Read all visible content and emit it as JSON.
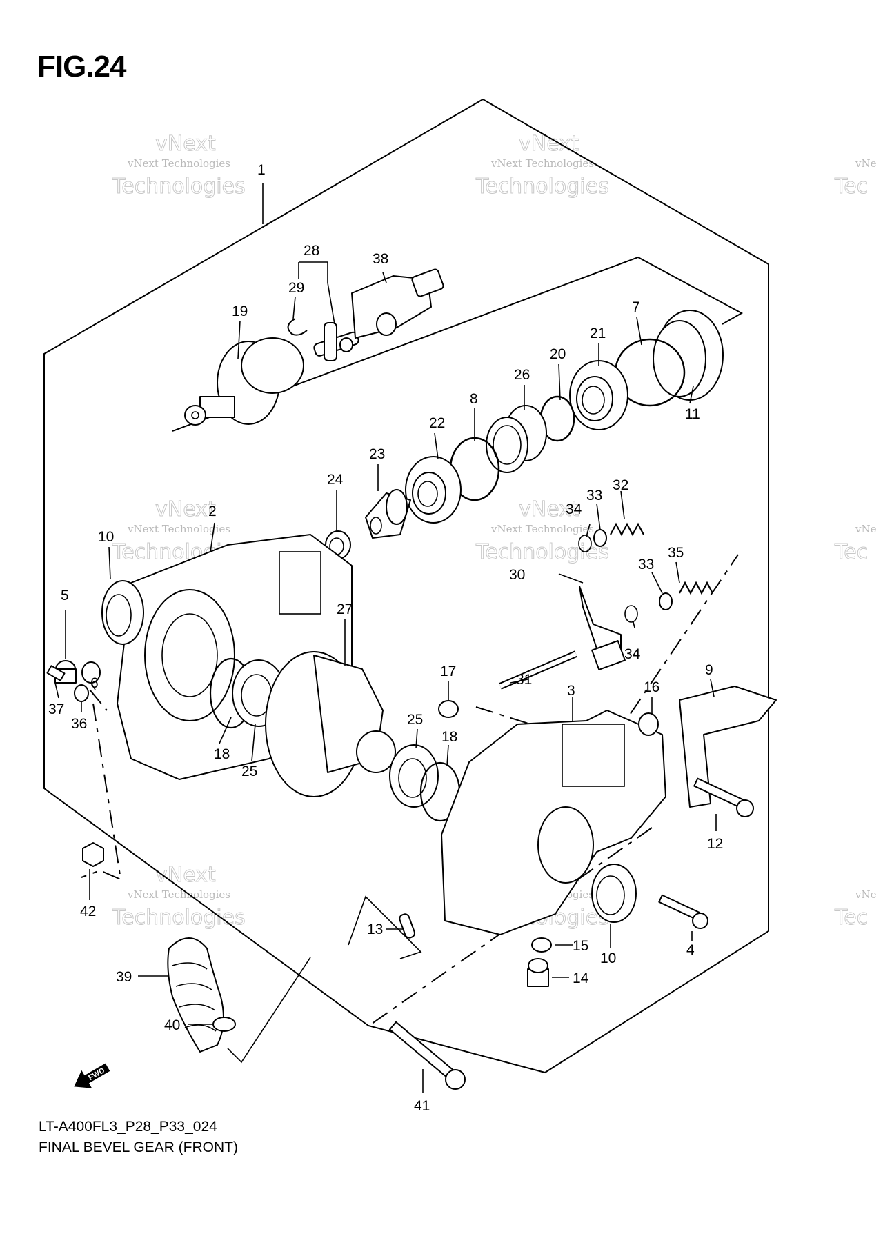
{
  "figure": {
    "title": "FIG.24",
    "model_code": "LT-A400FL3_P28_P33_024",
    "name": "FINAL BEVEL GEAR (FRONT)",
    "fwd_label": "FWD"
  },
  "watermark": {
    "line1": "vNext Technologies",
    "line2": "Technologies",
    "line3": "vNext",
    "edge_line1": "vNe",
    "edge_line2": "Tec"
  },
  "callouts": [
    {
      "id": "c1",
      "label": "1"
    },
    {
      "id": "c2",
      "label": "2"
    },
    {
      "id": "c3",
      "label": "3"
    },
    {
      "id": "c4",
      "label": "4"
    },
    {
      "id": "c5",
      "label": "5"
    },
    {
      "id": "c6",
      "label": "6"
    },
    {
      "id": "c7",
      "label": "7"
    },
    {
      "id": "c8",
      "label": "8"
    },
    {
      "id": "c9",
      "label": "9"
    },
    {
      "id": "c10a",
      "label": "10"
    },
    {
      "id": "c10b",
      "label": "10"
    },
    {
      "id": "c11",
      "label": "11"
    },
    {
      "id": "c12",
      "label": "12"
    },
    {
      "id": "c13",
      "label": "13"
    },
    {
      "id": "c14",
      "label": "14"
    },
    {
      "id": "c15",
      "label": "15"
    },
    {
      "id": "c16",
      "label": "16"
    },
    {
      "id": "c17",
      "label": "17"
    },
    {
      "id": "c18a",
      "label": "18"
    },
    {
      "id": "c18b",
      "label": "18"
    },
    {
      "id": "c19",
      "label": "19"
    },
    {
      "id": "c20",
      "label": "20"
    },
    {
      "id": "c21",
      "label": "21"
    },
    {
      "id": "c22",
      "label": "22"
    },
    {
      "id": "c23",
      "label": "23"
    },
    {
      "id": "c24",
      "label": "24"
    },
    {
      "id": "c25a",
      "label": "25"
    },
    {
      "id": "c25b",
      "label": "25"
    },
    {
      "id": "c26",
      "label": "26"
    },
    {
      "id": "c27",
      "label": "27"
    },
    {
      "id": "c28",
      "label": "28"
    },
    {
      "id": "c29",
      "label": "29"
    },
    {
      "id": "c30",
      "label": "30"
    },
    {
      "id": "c31",
      "label": "31"
    },
    {
      "id": "c32",
      "label": "32"
    },
    {
      "id": "c33a",
      "label": "33"
    },
    {
      "id": "c33b",
      "label": "33"
    },
    {
      "id": "c34a",
      "label": "34"
    },
    {
      "id": "c34b",
      "label": "34"
    },
    {
      "id": "c35",
      "label": "35"
    },
    {
      "id": "c36",
      "label": "36"
    },
    {
      "id": "c37",
      "label": "37"
    },
    {
      "id": "c38",
      "label": "38"
    },
    {
      "id": "c39",
      "label": "39"
    },
    {
      "id": "c40",
      "label": "40"
    },
    {
      "id": "c41",
      "label": "41"
    },
    {
      "id": "c42",
      "label": "42"
    }
  ]
}
